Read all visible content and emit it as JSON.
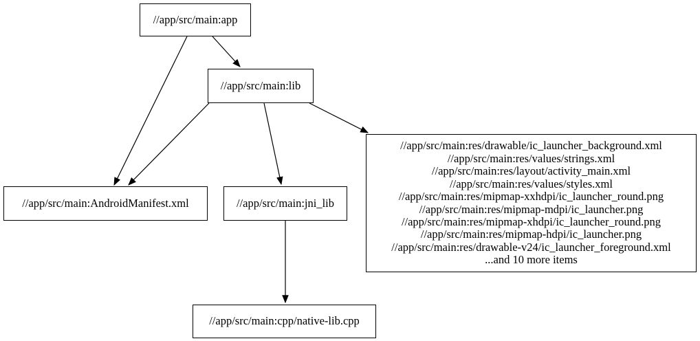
{
  "diagram": {
    "type": "build-dependency-graph",
    "background_color": "#ffffff",
    "node_fill_color": "#ffffff",
    "node_border_color": "#000000",
    "text_color": "#000000",
    "edge_color": "#000000",
    "nodes": {
      "app": {
        "label": "//app/src/main:app"
      },
      "lib": {
        "label": "//app/src/main:lib"
      },
      "manifest": {
        "label": "//app/src/main:AndroidManifest.xml"
      },
      "jni_lib": {
        "label": "//app/src/main:jni_lib"
      },
      "res_group": {
        "lines": [
          "//app/src/main:res/drawable/ic_launcher_background.xml",
          "//app/src/main:res/values/strings.xml",
          "//app/src/main:res/layout/activity_main.xml",
          "//app/src/main:res/values/styles.xml",
          "//app/src/main:res/mipmap-xxhdpi/ic_launcher_round.png",
          "//app/src/main:res/mipmap-mdpi/ic_launcher.png",
          "//app/src/main:res/mipmap-xhdpi/ic_launcher_round.png",
          "//app/src/main:res/mipmap-hdpi/ic_launcher.png",
          "//app/src/main:res/drawable-v24/ic_launcher_foreground.xml",
          "...and 10 more items"
        ]
      },
      "native_cpp": {
        "label": "//app/src/main:cpp/native-lib.cpp"
      }
    },
    "edges": [
      {
        "from": "app",
        "to": "lib"
      },
      {
        "from": "app",
        "to": "manifest"
      },
      {
        "from": "lib",
        "to": "manifest"
      },
      {
        "from": "lib",
        "to": "jni_lib"
      },
      {
        "from": "lib",
        "to": "res_group"
      },
      {
        "from": "jni_lib",
        "to": "native_cpp"
      }
    ]
  }
}
